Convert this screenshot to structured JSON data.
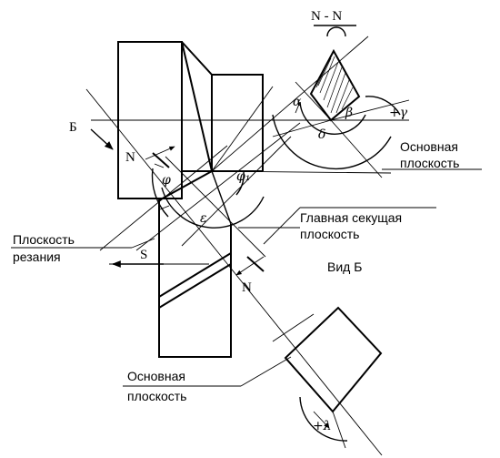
{
  "labels": {
    "section": "N - N",
    "view_b_arrow": "Б",
    "n_left": "N",
    "n_bottom": "N",
    "s_feed": "S",
    "osnovnaya_1": "Основная",
    "ploskost_1": "плоскость",
    "glavnaya_1": "Главная секущая",
    "glavnaya_2": "плоскость",
    "rezaniya_1": "Плоскость",
    "rezaniya_2": "резания",
    "vid_b": "Вид  Б",
    "osnovnaya_2": "Основная",
    "ploskost_2": "плоскость"
  },
  "angles": {
    "phi": "φ",
    "phi1": "φ₁",
    "epsilon": "ε",
    "alpha": "α",
    "beta": "β",
    "delta": "δ",
    "gamma": "+γ",
    "lambda": "+λ"
  }
}
